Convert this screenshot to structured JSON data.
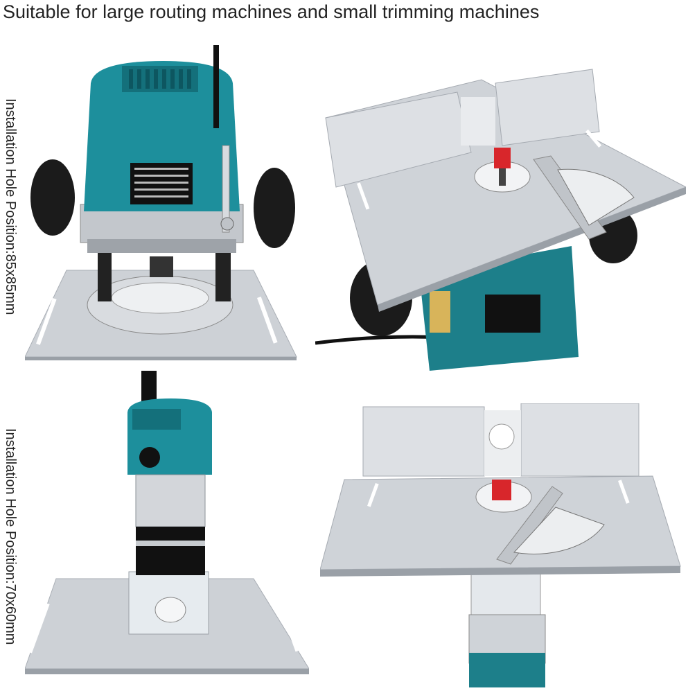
{
  "headline": "Suitable for large routing machines and small trimming machines",
  "labels": {
    "large": "Installation Hole Position:85x85mm",
    "small": "Installation Hole Position:70x60mm"
  },
  "colors": {
    "router_body": "#1d8f9c",
    "plate": "#c9cdd2",
    "bit": "#d8262b"
  }
}
